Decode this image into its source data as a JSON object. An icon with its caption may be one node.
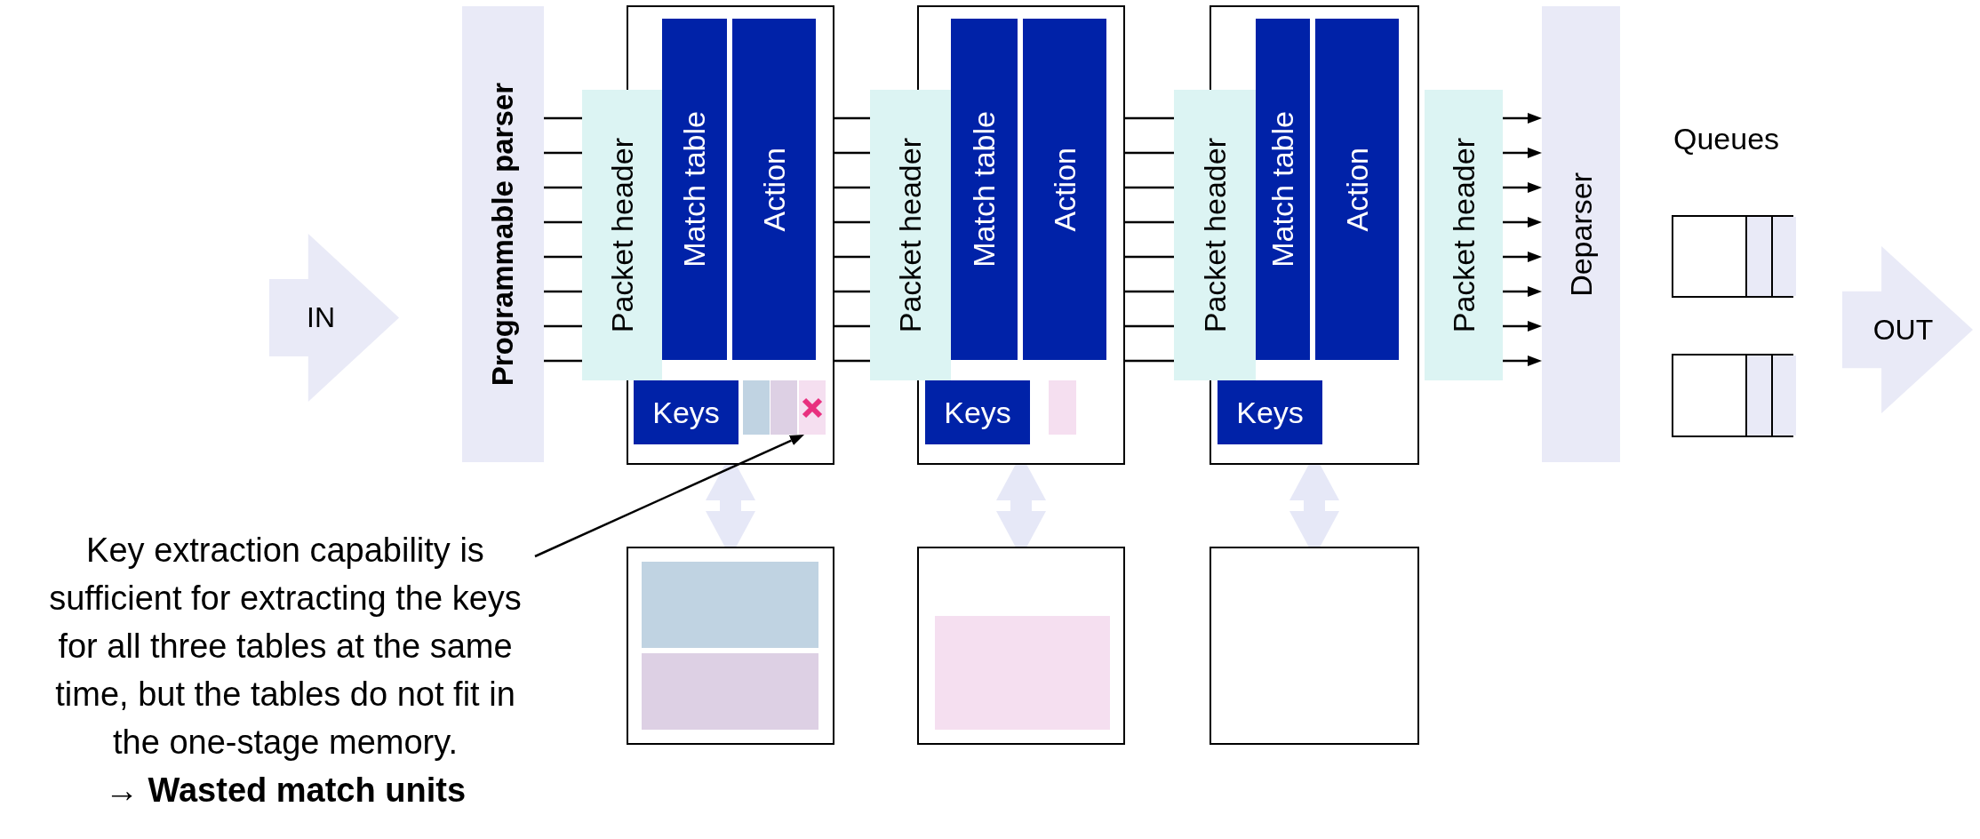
{
  "diagram": {
    "nodes": [
      {
        "text": [
          "IN"
        ]
      },
      {
        "text": [
          "Programmable parser"
        ]
      },
      {
        "text": [
          "Packet header"
        ]
      },
      {
        "text": [],
        "shape": "box"
      },
      {
        "text": [
          "Match table"
        ],
        "in": 3
      },
      {
        "text": [
          "Action"
        ],
        "in": 3
      },
      {
        "text": [
          "Keys"
        ],
        "in": 3
      },
      {
        "text": [],
        "shape": "box",
        "in": 3
      },
      {
        "text": [],
        "shape": "box",
        "in": 3
      },
      {
        "text": [],
        "shape": "box",
        "in": 3
      },
      {
        "text": [
          "Packet header"
        ]
      },
      {
        "text": [],
        "shape": "box"
      },
      {
        "text": [
          "Match table"
        ],
        "in": 11
      },
      {
        "text": [
          "Action"
        ],
        "in": 11
      },
      {
        "text": [
          "Keys"
        ],
        "in": 11
      },
      {
        "text": [],
        "shape": "box",
        "in": 11
      },
      {
        "text": [
          "Packet header"
        ]
      },
      {
        "text": [],
        "shape": "box"
      },
      {
        "text": [
          "Match table"
        ],
        "in": 17
      },
      {
        "text": [
          "Action"
        ],
        "in": 17
      },
      {
        "text": [
          "Keys"
        ],
        "in": 17
      },
      {
        "text": [
          "Packet header"
        ]
      },
      {
        "text": [
          "Deparser"
        ]
      },
      {
        "text": [],
        "shape": "box"
      },
      {
        "text": [],
        "shape": "box"
      },
      {
        "text": [
          "OUT"
        ]
      },
      {
        "text": [],
        "shape": "box"
      },
      {
        "text": [],
        "shape": "box",
        "in": 26
      },
      {
        "text": [],
        "shape": "box",
        "in": 26
      },
      {
        "text": [],
        "shape": "box"
      },
      {
        "text": [],
        "shape": "box",
        "in": 29
      },
      {
        "text": [],
        "shape": "box"
      },
      {
        "text": [
          "Key extraction capability is sufficient for extracting the keys for all three tables at the same time, but the tables do not fit in the one-stage memory.",
          "→ Wasted match units"
        ]
      }
    ],
    "edges": [
      {
        "from": 1,
        "to": 2,
        "arrow": "none"
      },
      {
        "from": 1,
        "to": 2,
        "arrow": "none"
      },
      {
        "from": 1,
        "to": 2,
        "arrow": "none"
      },
      {
        "from": 1,
        "to": 2,
        "arrow": "none"
      },
      {
        "from": 1,
        "to": 2,
        "arrow": "none"
      },
      {
        "from": 1,
        "to": 2,
        "arrow": "none"
      },
      {
        "from": 1,
        "to": 2,
        "arrow": "none"
      },
      {
        "from": 1,
        "to": 2,
        "arrow": "none"
      },
      {
        "from": 3,
        "to": 10,
        "arrow": "none"
      },
      {
        "from": 3,
        "to": 10,
        "arrow": "none"
      },
      {
        "from": 3,
        "to": 10,
        "arrow": "none"
      },
      {
        "from": 3,
        "to": 10,
        "arrow": "none"
      },
      {
        "from": 3,
        "to": 10,
        "arrow": "none"
      },
      {
        "from": 3,
        "to": 10,
        "arrow": "none"
      },
      {
        "from": 3,
        "to": 10,
        "arrow": "none"
      },
      {
        "from": 3,
        "to": 10,
        "arrow": "none"
      },
      {
        "from": 11,
        "to": 16,
        "arrow": "none"
      },
      {
        "from": 11,
        "to": 16,
        "arrow": "none"
      },
      {
        "from": 11,
        "to": 16,
        "arrow": "none"
      },
      {
        "from": 11,
        "to": 16,
        "arrow": "none"
      },
      {
        "from": 11,
        "to": 16,
        "arrow": "none"
      },
      {
        "from": 11,
        "to": 16,
        "arrow": "none"
      },
      {
        "from": 11,
        "to": 16,
        "arrow": "none"
      },
      {
        "from": 11,
        "to": 16,
        "arrow": "none"
      },
      {
        "from": 21,
        "to": 22,
        "arrow": "to"
      },
      {
        "from": 21,
        "to": 22,
        "arrow": "to"
      },
      {
        "from": 21,
        "to": 22,
        "arrow": "to"
      },
      {
        "from": 21,
        "to": 22,
        "arrow": "to"
      },
      {
        "from": 21,
        "to": 22,
        "arrow": "to"
      },
      {
        "from": 21,
        "to": 22,
        "arrow": "to"
      },
      {
        "from": 21,
        "to": 22,
        "arrow": "to"
      },
      {
        "from": 21,
        "to": 22,
        "arrow": "to"
      },
      {
        "from": 3,
        "to": 26,
        "arrow": "both",
        "style": "thick",
        "color": "#e6e8f7"
      },
      {
        "from": 11,
        "to": 29,
        "arrow": "both",
        "style": "thick",
        "color": "#e6e8f7"
      },
      {
        "from": 17,
        "to": 31,
        "arrow": "both",
        "style": "thick",
        "color": "#e6e8f7"
      },
      {
        "from": 32,
        "to": 9,
        "arrow": "to"
      }
    ],
    "labels": [
      "Queues"
    ]
  }
}
